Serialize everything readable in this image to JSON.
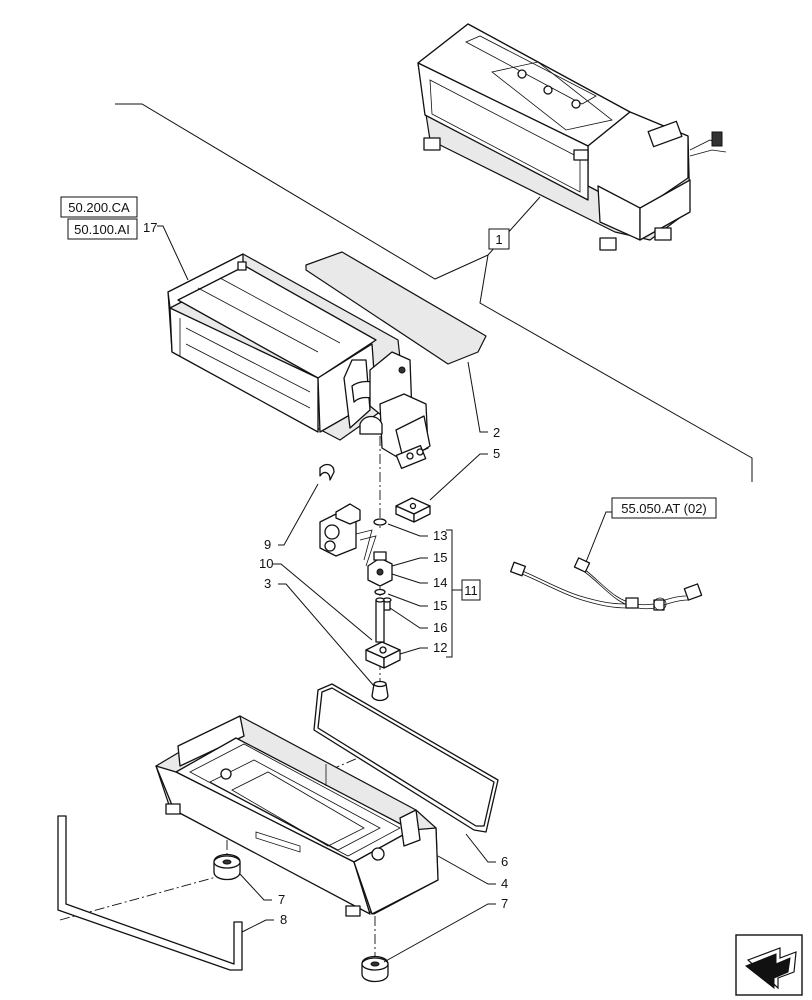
{
  "references": {
    "ref_top": "50.200.CA",
    "ref_bottom": "50.100.AI",
    "ref_harness": "55.050.AT (02)"
  },
  "callouts": {
    "c1": "1",
    "c2": "2",
    "c3": "3",
    "c4": "4",
    "c5": "5",
    "c6": "6",
    "c7a": "7",
    "c7b": "7",
    "c8": "8",
    "c9": "9",
    "c10": "10",
    "c11": "11",
    "c12": "12",
    "c13": "13",
    "c14": "14",
    "c15a": "15",
    "c15b": "15",
    "c16": "16",
    "c17": "17"
  },
  "icons": {
    "navigation": "arrow-back-icon"
  }
}
